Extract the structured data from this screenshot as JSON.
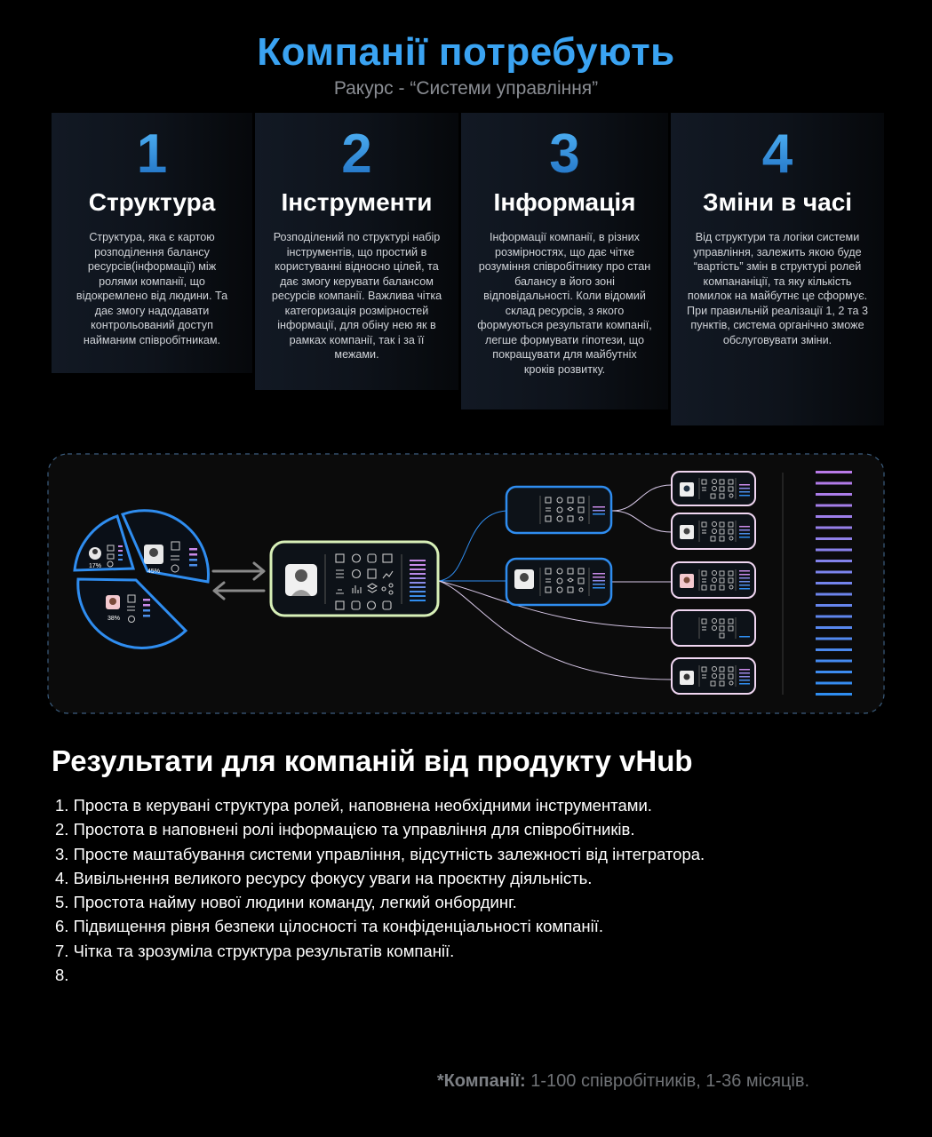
{
  "header": {
    "title": "Компанії потребують",
    "subtitle": "Ракурс - “Системи управління”"
  },
  "cards": [
    {
      "number": "1",
      "title": "Структура",
      "text": "Структура, яка є картою розподілення балансу ресурсів(інформації) між ролями компанії, що відокремлено від людини. Та дає змогу надодавати контрольований доступ найманим співробітникам."
    },
    {
      "number": "2",
      "title": "Інструменти",
      "text": "Розподілений по структурі набір інструментів, що простий в користуванні відносно цілей, та дає змогу керувати балансом ресурсів компанії. Важлива чітка категоризація розмірностей інформації, для обіну нею як в рамках  компанії, так і за її межами."
    },
    {
      "number": "3",
      "title": "Інформація",
      "text": "Інформації компанії, в різних розмірностях, що дає чітке розуміння співробітнику про стан балансу в його зоні відповідальності. Коли відомий склад ресурсів, з якого формуються результати компанії, легше формувати гіпотези, що покращувати для майбутніх кроків розвитку."
    },
    {
      "number": "4",
      "title": "Зміни в часі",
      "text": "Від структури та логіки системи управління, залежить якою буде “вартість” змін в структурі ролей компананіції, та яку кількість помилок на майбутнє це сформує. При правильній реалізації 1, 2 та 3 пунктів, система органічно зможе обслуговувати зміни."
    }
  ],
  "diagram": {
    "pie_labels": [
      "17%",
      "45%",
      "38%"
    ],
    "colors": {
      "accent_blue": "#2f8df0",
      "main_card_border": "#d8f0b8",
      "child_card_border": "#f1d7f2",
      "purple": "#b07ae8",
      "arrow_gray": "#8a8a8a"
    },
    "icons": [
      "user-avatar-icon",
      "calendar-icon",
      "check-circle-icon",
      "chat-icon",
      "folder-icon",
      "list-icon",
      "clock-icon",
      "chart-icon",
      "layers-icon",
      "share-icon",
      "image-icon",
      "message-icon",
      "note-icon",
      "switch-arrows-icon"
    ]
  },
  "results": {
    "title": "Результати для компаній від продукту vHub",
    "items": [
      "1. Проста в керувані структура ролей, наповнена необхідними інструментами.",
      "2. Простота в наповнені ролі інформацією та управління для співробітників.",
      "3. Просте маштабування системи управління, відсутність залежності від інтегратора.",
      "4. Вивільнення великого ресурсу фокусу уваги на проєктну діяльність.",
      "5. Простота найму нової людини команду, легкий онбординг.",
      "6. Підвищення рівня безпеки цілосності та конфіденціальності компанії.",
      "7. Чітка та зрозуміла структура результатів компанії.",
      "8."
    ]
  },
  "footnote": {
    "label": "*Компанії:",
    "text": " 1-100 співробітників, 1-36 місяців."
  }
}
